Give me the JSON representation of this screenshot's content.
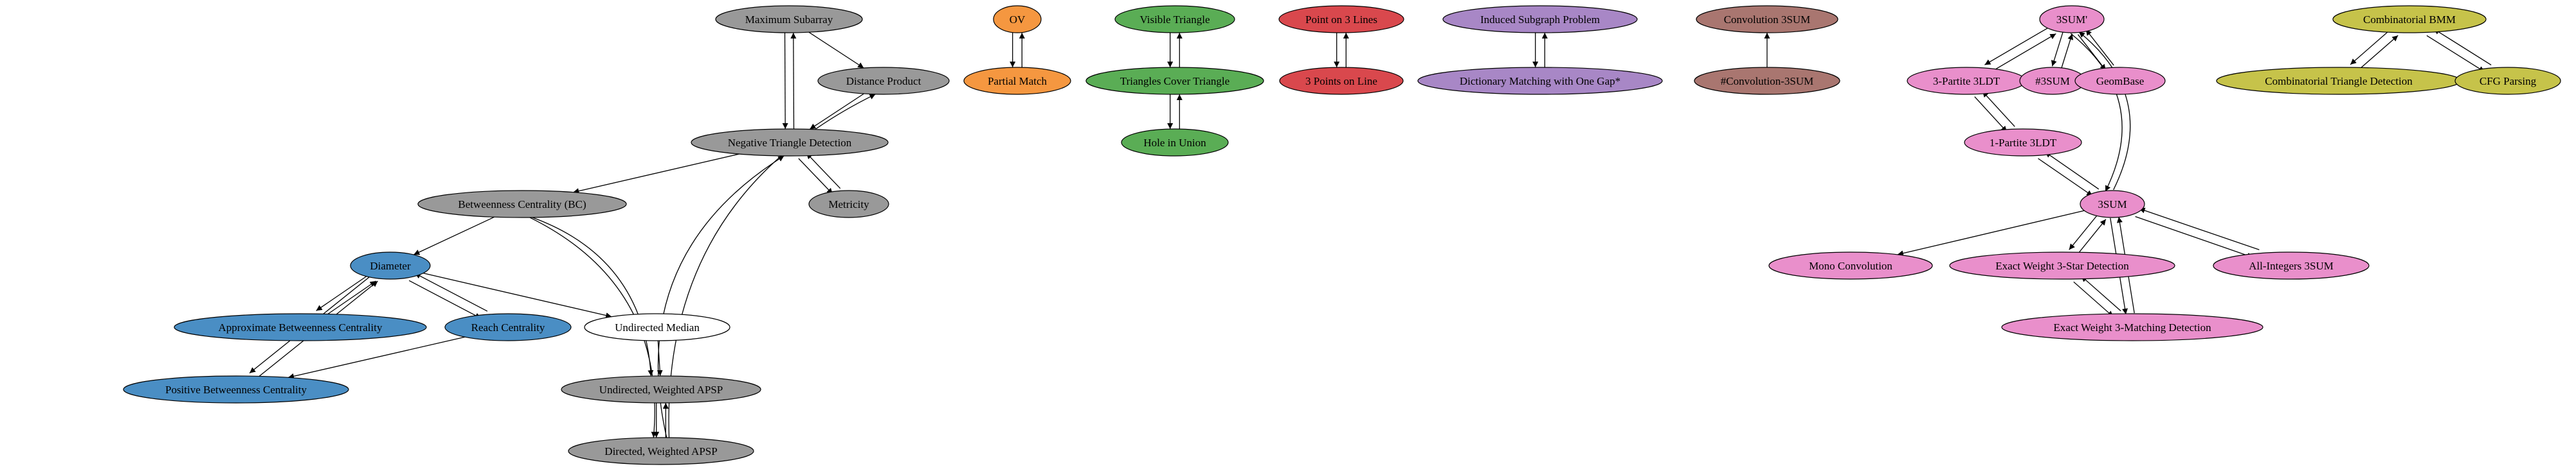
{
  "colors": {
    "gray": "#999999",
    "orange": "#f59740",
    "green": "#5aad55",
    "red": "#d9484d",
    "purple": "#a887c6",
    "brown": "#a97670",
    "pink": "#e98fcb",
    "blue": "#4a8ec4",
    "yellow": "#c6c34a",
    "white": "#ffffff"
  },
  "nodes": [
    {
      "id": "max_subarray",
      "label": "Maximum Subarray",
      "color": "gray"
    },
    {
      "id": "distance_product",
      "label": "Distance Product",
      "color": "gray"
    },
    {
      "id": "neg_triangle",
      "label": "Negative Triangle Detection",
      "color": "gray"
    },
    {
      "id": "metricity",
      "label": "Metricity",
      "color": "gray"
    },
    {
      "id": "betweenness",
      "label": "Betweenness Centrality (BC)",
      "color": "gray"
    },
    {
      "id": "diameter",
      "label": "Diameter",
      "color": "blue"
    },
    {
      "id": "approx_bc",
      "label": "Approximate Betweenness Centrality",
      "color": "blue"
    },
    {
      "id": "reach_centrality",
      "label": "Reach Centrality",
      "color": "blue"
    },
    {
      "id": "positive_bc",
      "label": "Positive Betweenness Centrality",
      "color": "blue"
    },
    {
      "id": "undirected_median",
      "label": "Undirected Median",
      "color": "white"
    },
    {
      "id": "undirected_apsp",
      "label": "Undirected, Weighted APSP",
      "color": "gray"
    },
    {
      "id": "directed_apsp",
      "label": "Directed, Weighted APSP",
      "color": "gray"
    },
    {
      "id": "ov",
      "label": "OV",
      "color": "orange"
    },
    {
      "id": "partial_match",
      "label": "Partial Match",
      "color": "orange"
    },
    {
      "id": "visible_triangle",
      "label": "Visible Triangle",
      "color": "green"
    },
    {
      "id": "triangles_cover",
      "label": "Triangles Cover Triangle",
      "color": "green"
    },
    {
      "id": "hole_in_union",
      "label": "Hole in Union",
      "color": "green"
    },
    {
      "id": "point_on_3_lines",
      "label": "Point on 3 Lines",
      "color": "red"
    },
    {
      "id": "three_points_line",
      "label": "3 Points on Line",
      "color": "red"
    },
    {
      "id": "induced_subgraph",
      "label": "Induced Subgraph Problem",
      "color": "purple"
    },
    {
      "id": "dict_matching",
      "label": "Dictionary Matching with One Gap*",
      "color": "purple"
    },
    {
      "id": "conv_3sum",
      "label": "Convolution 3SUM",
      "color": "brown"
    },
    {
      "id": "hash_conv_3sum",
      "label": "#Convolution-3SUM",
      "color": "brown"
    },
    {
      "id": "three_sum_prime",
      "label": "3SUM'",
      "color": "pink"
    },
    {
      "id": "three_partite",
      "label": "3-Partite 3LDT",
      "color": "pink"
    },
    {
      "id": "hash_3sum",
      "label": "#3SUM",
      "color": "pink"
    },
    {
      "id": "geombase",
      "label": "GeomBase",
      "color": "pink"
    },
    {
      "id": "one_partite",
      "label": "1-Partite 3LDT",
      "color": "pink"
    },
    {
      "id": "three_sum",
      "label": "3SUM",
      "color": "pink"
    },
    {
      "id": "mono_conv",
      "label": "Mono Convolution",
      "color": "pink"
    },
    {
      "id": "exact_3star",
      "label": "Exact Weight 3-Star Detection",
      "color": "pink"
    },
    {
      "id": "all_integers",
      "label": "All-Integers 3SUM",
      "color": "pink"
    },
    {
      "id": "exact_3matching",
      "label": "Exact Weight 3-Matching Detection",
      "color": "pink"
    },
    {
      "id": "comb_bmm",
      "label": "Combinatorial BMM",
      "color": "yellow"
    },
    {
      "id": "comb_triangle",
      "label": "Combinatorial Triangle Detection",
      "color": "yellow"
    },
    {
      "id": "cfg_parsing",
      "label": "CFG Parsing",
      "color": "yellow"
    }
  ],
  "edges": [
    {
      "from": "max_subarray",
      "to": "neg_triangle"
    },
    {
      "from": "neg_triangle",
      "to": "max_subarray"
    },
    {
      "from": "max_subarray",
      "to": "distance_product"
    },
    {
      "from": "distance_product",
      "to": "neg_triangle"
    },
    {
      "from": "neg_triangle",
      "to": "metricity"
    },
    {
      "from": "metricity",
      "to": "neg_triangle"
    },
    {
      "from": "neg_triangle",
      "to": "betweenness"
    },
    {
      "from": "betweenness",
      "to": "diameter"
    },
    {
      "from": "betweenness",
      "to": "undirected_apsp"
    },
    {
      "from": "betweenness",
      "to": "directed_apsp"
    },
    {
      "from": "diameter",
      "to": "approx_bc"
    },
    {
      "from": "approx_bc",
      "to": "diameter"
    },
    {
      "from": "diameter",
      "to": "reach_centrality"
    },
    {
      "from": "reach_centrality",
      "to": "diameter"
    },
    {
      "from": "diameter",
      "to": "positive_bc"
    },
    {
      "from": "positive_bc",
      "to": "diameter"
    },
    {
      "from": "diameter",
      "to": "undirected_median"
    },
    {
      "from": "reach_centrality",
      "to": "positive_bc"
    },
    {
      "from": "undirected_median",
      "to": "undirected_apsp"
    },
    {
      "from": "undirected_apsp",
      "to": "directed_apsp"
    },
    {
      "from": "directed_apsp",
      "to": "undirected_apsp"
    },
    {
      "from": "directed_apsp",
      "to": "neg_triangle"
    },
    {
      "from": "directed_apsp",
      "to": "distance_product"
    },
    {
      "from": "ov",
      "to": "partial_match"
    },
    {
      "from": "partial_match",
      "to": "ov"
    },
    {
      "from": "visible_triangle",
      "to": "triangles_cover"
    },
    {
      "from": "triangles_cover",
      "to": "visible_triangle"
    },
    {
      "from": "triangles_cover",
      "to": "hole_in_union"
    },
    {
      "from": "hole_in_union",
      "to": "triangles_cover"
    },
    {
      "from": "point_on_3_lines",
      "to": "three_points_line"
    },
    {
      "from": "three_points_line",
      "to": "point_on_3_lines"
    },
    {
      "from": "induced_subgraph",
      "to": "dict_matching"
    },
    {
      "from": "dict_matching",
      "to": "induced_subgraph"
    },
    {
      "from": "hash_conv_3sum",
      "to": "conv_3sum"
    },
    {
      "from": "three_sum_prime",
      "to": "three_partite"
    },
    {
      "from": "three_partite",
      "to": "three_sum_prime"
    },
    {
      "from": "three_sum_prime",
      "to": "hash_3sum"
    },
    {
      "from": "hash_3sum",
      "to": "three_sum_prime"
    },
    {
      "from": "three_sum_prime",
      "to": "geombase"
    },
    {
      "from": "geombase",
      "to": "three_sum_prime"
    },
    {
      "from": "three_sum_prime",
      "to": "three_sum"
    },
    {
      "from": "three_sum",
      "to": "three_sum_prime"
    },
    {
      "from": "three_partite",
      "to": "one_partite"
    },
    {
      "from": "one_partite",
      "to": "three_partite"
    },
    {
      "from": "one_partite",
      "to": "three_sum"
    },
    {
      "from": "three_sum",
      "to": "one_partite"
    },
    {
      "from": "three_sum",
      "to": "mono_conv"
    },
    {
      "from": "three_sum",
      "to": "exact_3star"
    },
    {
      "from": "exact_3star",
      "to": "three_sum"
    },
    {
      "from": "three_sum",
      "to": "all_integers"
    },
    {
      "from": "all_integers",
      "to": "three_sum"
    },
    {
      "from": "exact_3star",
      "to": "exact_3matching"
    },
    {
      "from": "exact_3matching",
      "to": "exact_3star"
    },
    {
      "from": "three_sum",
      "to": "exact_3matching"
    },
    {
      "from": "exact_3matching",
      "to": "three_sum"
    },
    {
      "from": "comb_bmm",
      "to": "comb_triangle"
    },
    {
      "from": "comb_triangle",
      "to": "comb_bmm"
    },
    {
      "from": "comb_bmm",
      "to": "cfg_parsing"
    },
    {
      "from": "cfg_parsing",
      "to": "comb_bmm"
    }
  ]
}
